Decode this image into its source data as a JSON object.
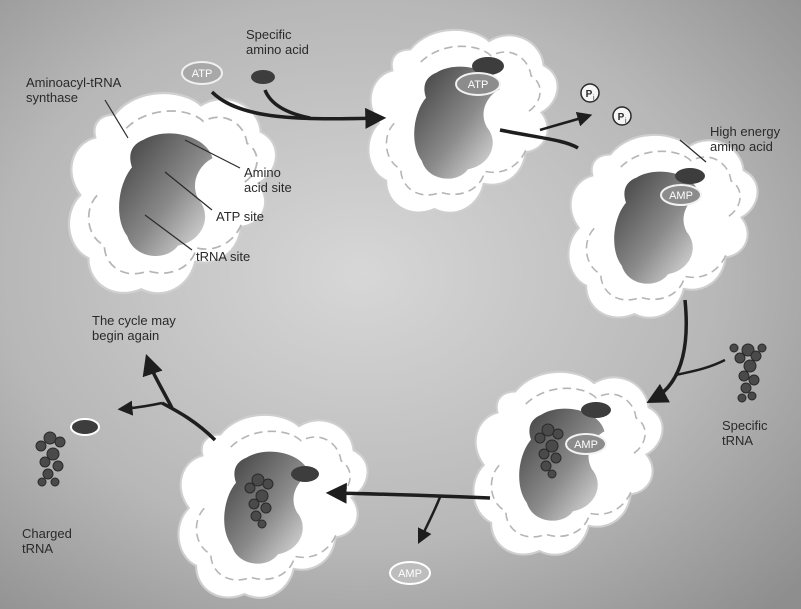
{
  "title_labels": {
    "synthase_line1": "Aminoacyl-tRNA",
    "synthase_line2": "synthase",
    "specific_amino_line1": "Specific",
    "specific_amino_line2": "amino acid"
  },
  "site_labels": {
    "amino_site_line1": "Amino",
    "amino_site_line2": "acid site",
    "atp_site": "ATP site",
    "trna_site": "tRNA site"
  },
  "molecules": {
    "atp": "ATP",
    "atp_bound": "ATP",
    "amp_bound_1": "AMP",
    "amp_bound_2": "AMP",
    "amp_released": "AMP",
    "phosphate": "P",
    "phosphate_sub": "i"
  },
  "step_labels": {
    "high_energy_line1": "High energy",
    "high_energy_line2": "amino acid",
    "specific_trna_line1": "Specific",
    "specific_trna_line2": "tRNA",
    "charged_line1": "Charged",
    "charged_line2": "tRNA",
    "cycle_line1": "The cycle may",
    "cycle_line2": "begin again"
  },
  "colors": {
    "background": "#9a9a9a",
    "enzyme_fill": "#ffffff",
    "pocket_dark": "#707070",
    "amino_acid": "#3d3d3d",
    "arrow": "#1e1e1e"
  }
}
